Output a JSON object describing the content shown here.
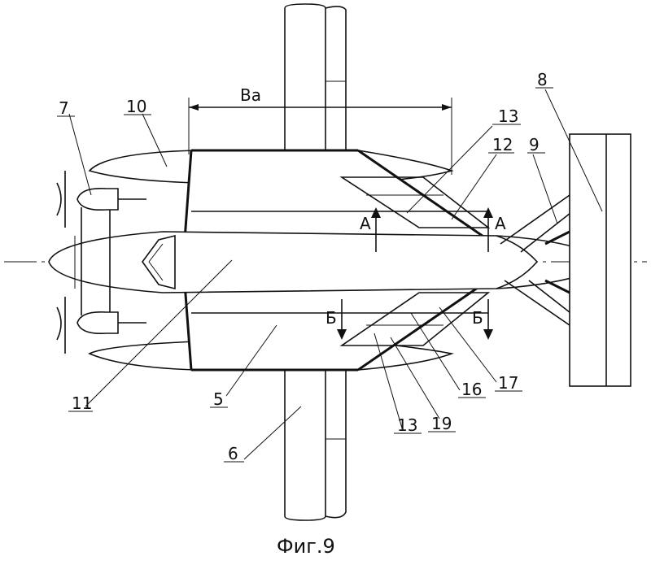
{
  "figure": {
    "caption": "Фиг.9",
    "dimension_label": "Ba",
    "section_a_label": "А",
    "section_b_label": "Б"
  },
  "callouts": [
    "7",
    "10",
    "8",
    "9",
    "12",
    "13",
    "11",
    "5",
    "6",
    "13",
    "19",
    "16",
    "17"
  ]
}
